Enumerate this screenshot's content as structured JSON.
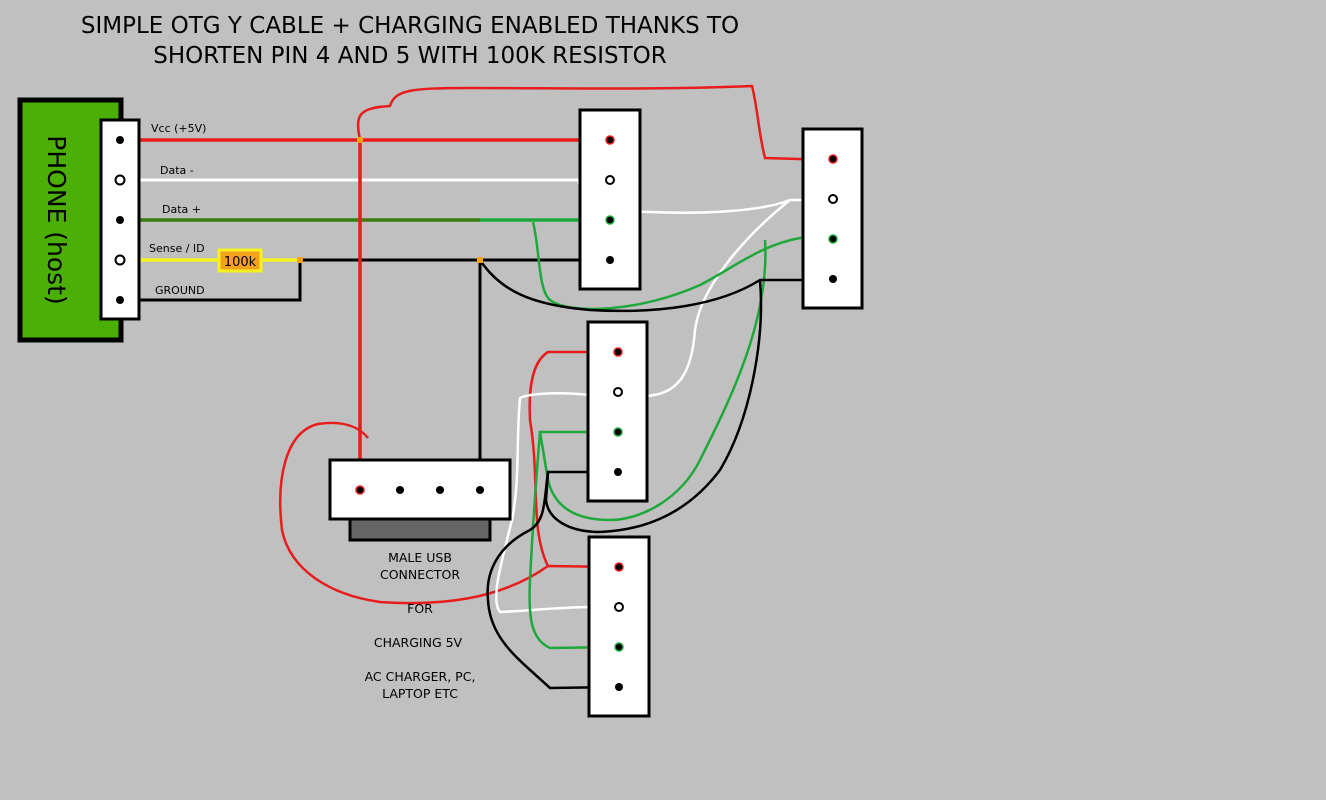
{
  "title": {
    "line1": "SIMPLE OTG Y CABLE + CHARGING ENABLED THANKS TO",
    "line2": "SHORTEN PIN 4 AND 5 WITH 100K RESISTOR"
  },
  "phone": {
    "label": "PHONE (host)"
  },
  "pins": {
    "vcc": "Vcc (+5V)",
    "data_minus": "Data -",
    "data_plus": "Data +",
    "sense": "Sense / ID",
    "ground": "GROUND"
  },
  "resistor": {
    "label": "100k"
  },
  "usb_connector": {
    "line1": "MALE USB",
    "line2": "CONNECTOR",
    "line3": "FOR",
    "line4": "CHARGING 5V",
    "line5": "AC CHARGER, PC,",
    "line6": "LAPTOP ETC"
  },
  "colors": {
    "background": "#c0c0c0",
    "phone_body": "#4caf06",
    "red": "#e81c1c",
    "green_dark": "#3a7d0e",
    "green": "#1fa83a",
    "yellow": "#f5f21e",
    "resistor": "#f4a21e"
  }
}
